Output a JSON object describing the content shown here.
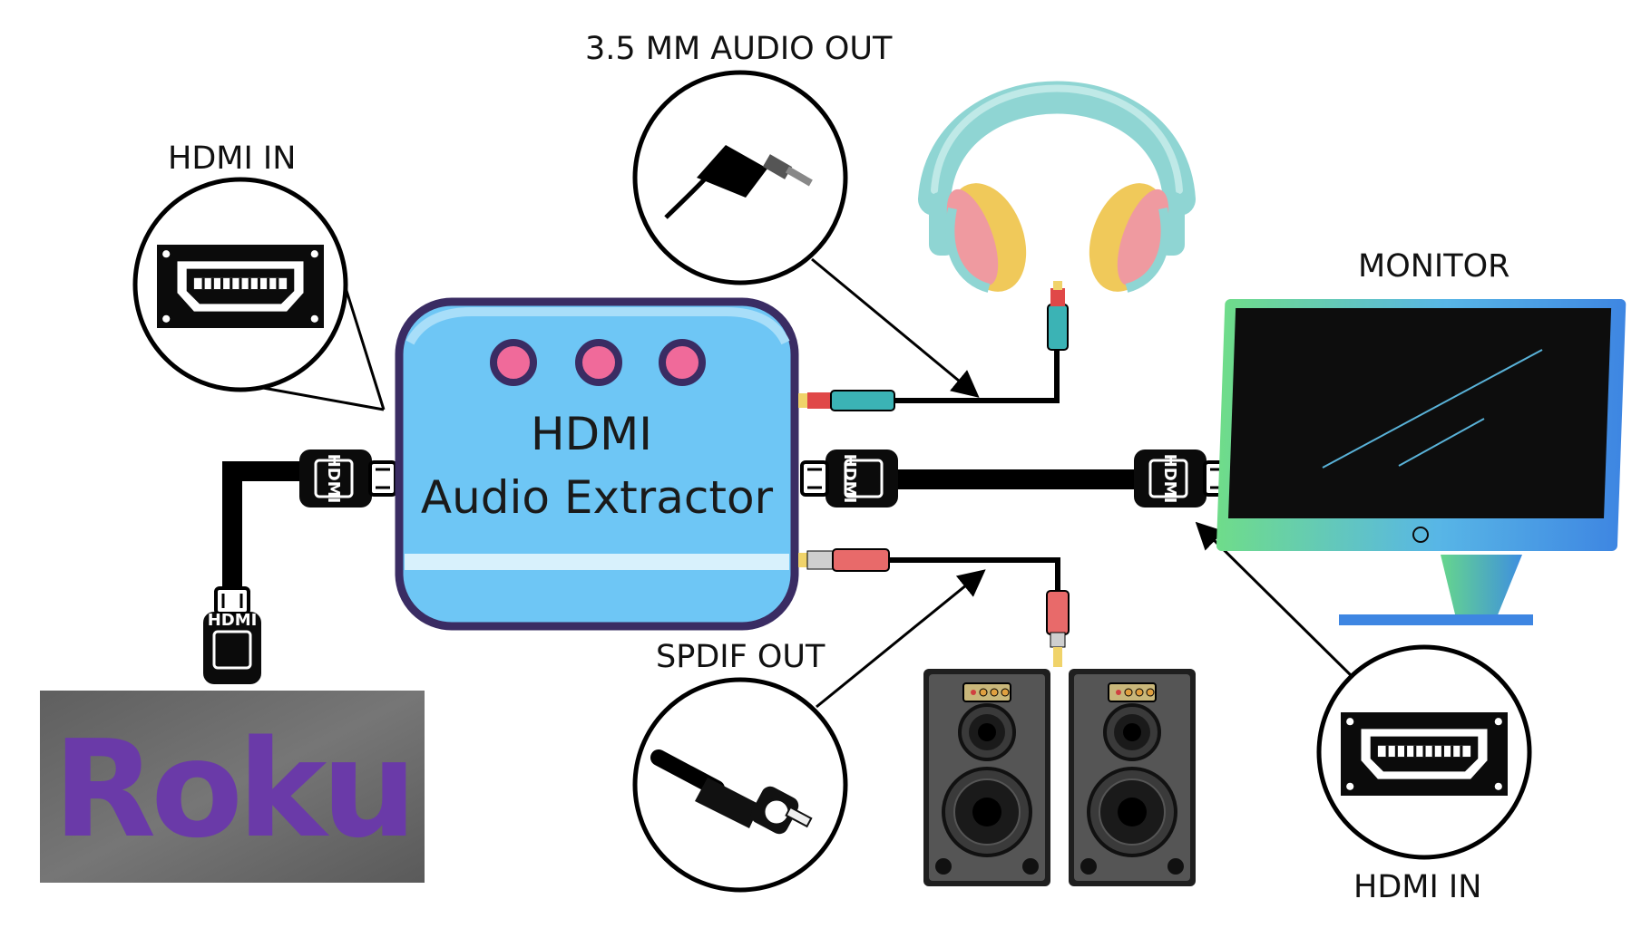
{
  "labels": {
    "hdmi_in_left": "HDMI IN",
    "audio_out": "3.5 MM AUDIO OUT",
    "monitor": "MONITOR",
    "spdif_out": "SPDIF OUT",
    "hdmi_in_right": "HDMI IN"
  },
  "extractor": {
    "line1": "HDMI",
    "line2": "Audio Extractor"
  },
  "roku_logo": "Roku",
  "connector_text": "HDMI",
  "colors": {
    "extractor_body": "#6ec6f5",
    "extractor_border": "#3a2c63",
    "led": "#f06a9a",
    "roku_purple": "#6a3aa8",
    "roku_box": "#6b6b6b",
    "cable": "#000000",
    "headphone_band": "#8fd5d3",
    "ear_cup_yellow": "#f0c95a",
    "ear_cup_pink": "#ef9aa0",
    "monitor_screen": "#0d0d0d",
    "monitor_stand_from": "#66d68c",
    "monitor_stand_to": "#3e8fe0"
  },
  "icons": [
    "hdmi-port-icon",
    "audio-jack-icon",
    "optical-cable-icon",
    "headphones-icon",
    "speaker-icon",
    "monitor-icon"
  ]
}
